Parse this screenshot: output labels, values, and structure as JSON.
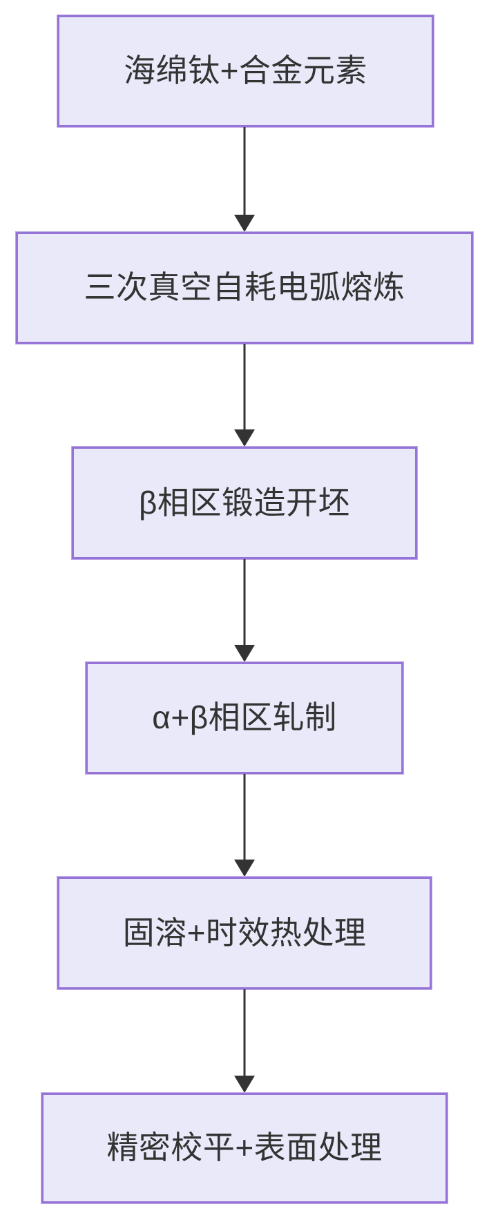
{
  "diagram": {
    "type": "flowchart",
    "direction": "top-down",
    "title": "",
    "nodes": [
      {
        "id": "n1",
        "label": "海绵钛+合金元素"
      },
      {
        "id": "n2",
        "label": "三次真空自耗电弧熔炼"
      },
      {
        "id": "n3",
        "label": "β相区锻造开坯"
      },
      {
        "id": "n4",
        "label": "α+β相区轧制"
      },
      {
        "id": "n5",
        "label": "固溶+时效热处理"
      },
      {
        "id": "n6",
        "label": "精密校平+表面处理"
      }
    ],
    "edges": [
      {
        "from": "n1",
        "to": "n2"
      },
      {
        "from": "n2",
        "to": "n3"
      },
      {
        "from": "n3",
        "to": "n4"
      },
      {
        "from": "n4",
        "to": "n5"
      },
      {
        "from": "n5",
        "to": "n6"
      }
    ],
    "colors": {
      "node_fill": "#E9E9F9",
      "node_border": "#9673D6",
      "node_border_light": "#BCAAE6",
      "text": "#333333",
      "arrow": "#333333",
      "background": "#FFFFFF"
    }
  }
}
